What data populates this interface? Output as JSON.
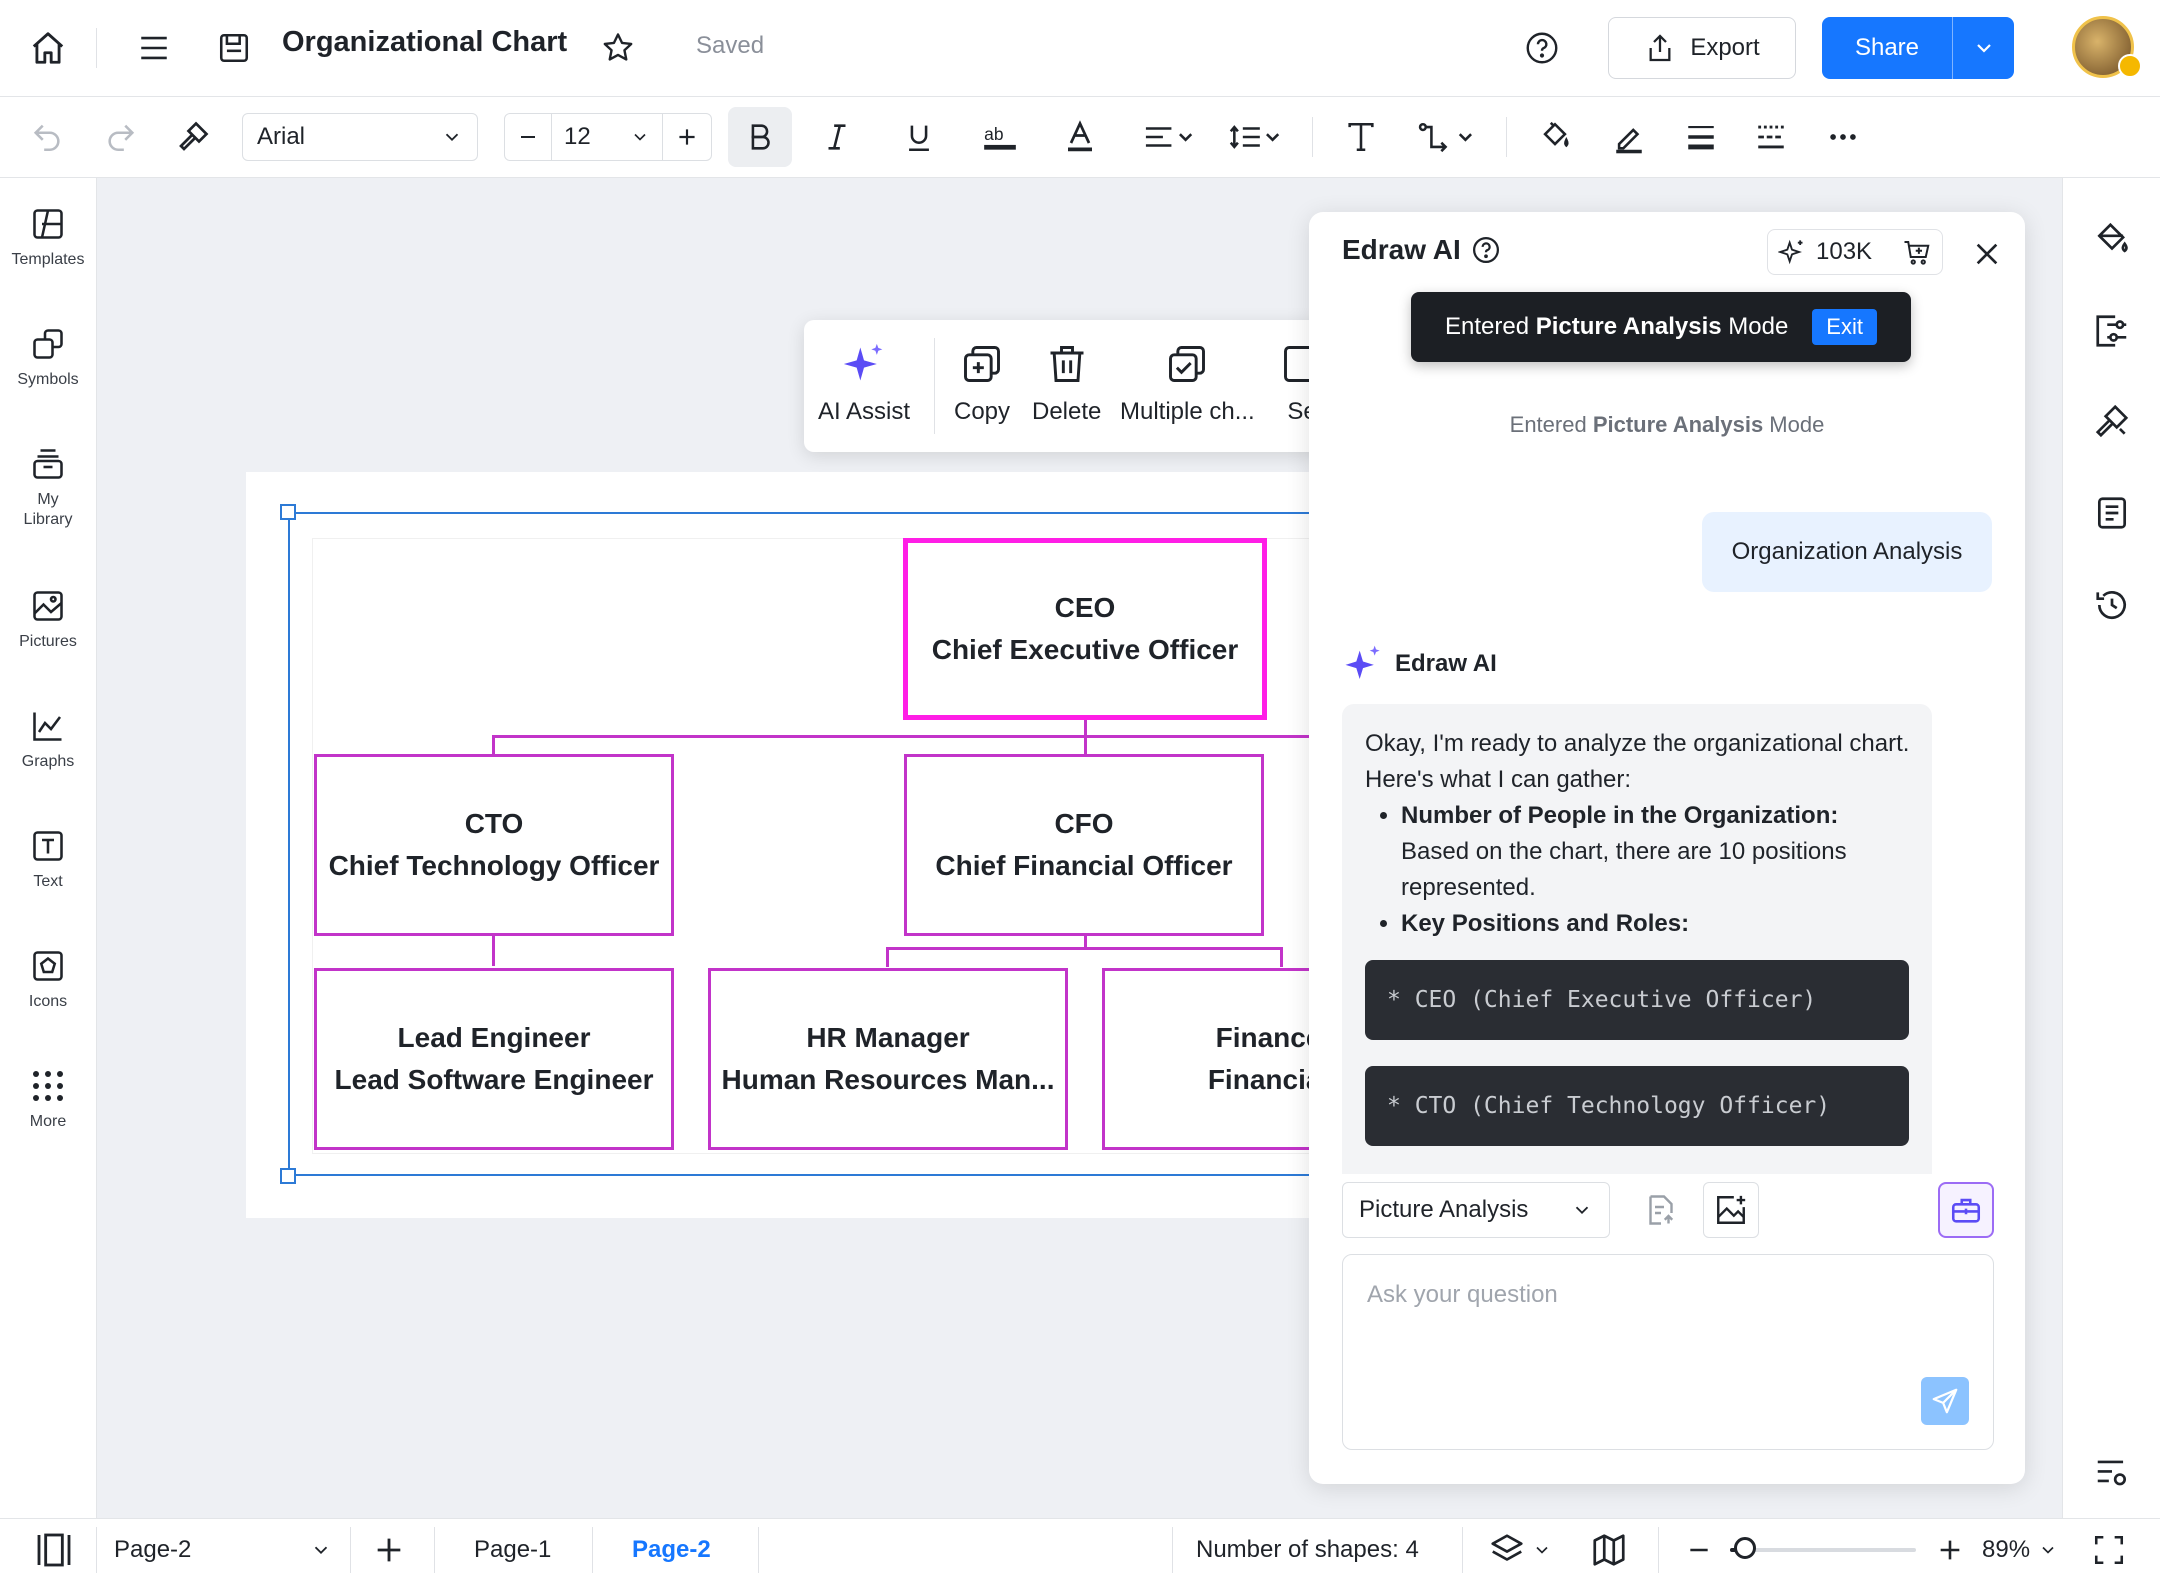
{
  "header": {
    "title": "Organizational Chart",
    "saved": "Saved",
    "export_label": "Export",
    "share_label": "Share"
  },
  "toolbar": {
    "font": "Arial",
    "font_size": "12"
  },
  "leftbar": {
    "items": [
      {
        "label": "Templates"
      },
      {
        "label": "Symbols"
      },
      {
        "label": "My\nLibrary"
      },
      {
        "label": "Pictures"
      },
      {
        "label": "Graphs"
      },
      {
        "label": "Text"
      },
      {
        "label": "Icons"
      },
      {
        "label": "More"
      }
    ]
  },
  "context_menu": {
    "items": [
      {
        "label": "AI Assist"
      },
      {
        "label": "Copy"
      },
      {
        "label": "Delete"
      },
      {
        "label": "Multiple ch..."
      },
      {
        "label": "Se"
      }
    ]
  },
  "org_chart": {
    "ceo": {
      "abbr": "CEO",
      "title": "Chief Executive Officer"
    },
    "cto": {
      "abbr": "CTO",
      "title": "Chief Technology Officer"
    },
    "cfo": {
      "abbr": "CFO",
      "title": "Chief Financial Officer"
    },
    "lead": {
      "abbr": "Lead Engineer",
      "title": "Lead Software Engineer"
    },
    "hr": {
      "abbr": "HR Manager",
      "title": "Human Resources Man..."
    },
    "fin": {
      "abbr": "Finance A",
      "title": "Financial A"
    }
  },
  "ai_panel": {
    "title": "Edraw AI",
    "credits": "103K",
    "banner_prefix": "Entered ",
    "banner_bold": "Picture Analysis",
    "banner_suffix": " Mode",
    "exit_label": "Exit",
    "note_prefix": "Entered ",
    "note_bold": "Picture Analysis",
    "note_suffix": " Mode",
    "user_message": "Organization Analysis",
    "assistant_name": "Edraw AI",
    "response_intro": "Okay, I'm ready to analyze the organizational chart. Here's what I can gather:",
    "bullet1_bold": "Number of People in the Organization:",
    "bullet1_text": "Based on the chart, there are 10 positions represented.",
    "bullet2_bold": "Key Positions and Roles:",
    "code1": "* CEO (Chief Executive Officer)",
    "code2": "* CTO (Chief Technology Officer)",
    "mode_select": "Picture Analysis",
    "ask_placeholder": "Ask your question"
  },
  "status_bar": {
    "page_select": "Page-2",
    "pages": [
      "Page-1",
      "Page-2"
    ],
    "active_page": "Page-2",
    "shape_count": "Number of shapes: 4",
    "zoom": "89%"
  },
  "colors": {
    "accent": "#1677ff",
    "node_border": "#c234c9",
    "selected_node_border": "#ff1ee6",
    "ai_sparkle": "#5b4cf5"
  }
}
